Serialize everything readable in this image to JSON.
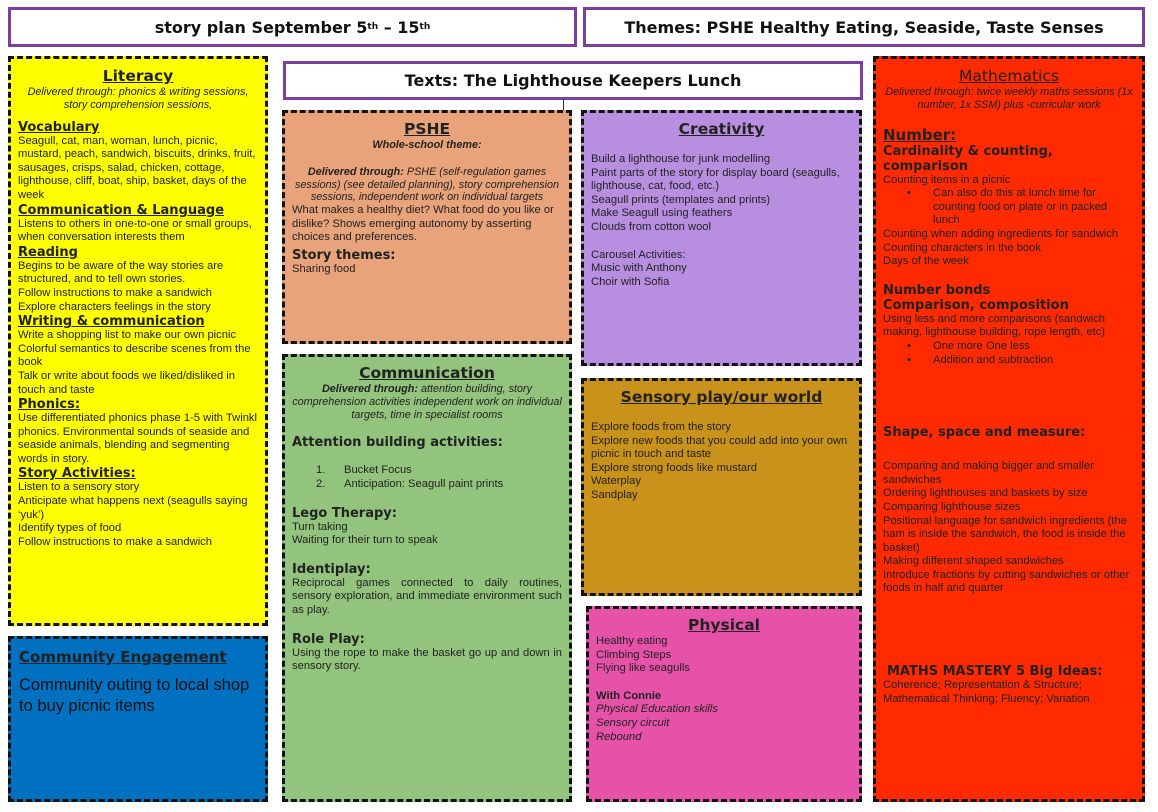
{
  "header": {
    "plan_title_main": "story plan September 5",
    "plan_title_sup1": "th",
    "plan_title_mid": " – 15",
    "plan_title_sup2": "th",
    "themes": "Themes: PSHE Healthy Eating, Seaside, Taste Senses",
    "texts": "Texts: The Lighthouse Keepers Lunch"
  },
  "literacy": {
    "title": "Literacy",
    "delivered": "Delivered through: phonics & writing sessions, story comprehension sessions,",
    "vocab_h": "Vocabulary",
    "vocab": "Seagull, cat, man, woman, lunch, picnic, mustard, peach, sandwich, biscuits, drinks, fruit, sausages, crisps, salad, chicken, cottage, lighthouse, cliff, boat, ship, basket, days of the week",
    "comm_h": "Communication & Language",
    "comm": "Listens to others in one-to-one or small groups, when conversation interests them",
    "reading_h": "Reading",
    "reading": [
      "Begins to be aware of the way stories are structured, and to tell own stories.",
      "Follow instructions to make a sandwich",
      "Explore characters feelings in the story"
    ],
    "writing_h": "Writing & communication",
    "writing": [
      "Write a shopping list to make our own picnic",
      "Colorful semantics to describe scenes from the book",
      "Talk or write about foods we liked/disliked in touch and taste"
    ],
    "phonics_h": "Phonics:",
    "phonics": "Use differentiated phonics phase 1-5 with Twinkl phonics. Environmental sounds of seaside and seaside animals, blending and segmenting words in story.",
    "story_h": "Story Activities:",
    "story": [
      "Listen to a sensory story",
      "Anticipate what happens next (seagulls saying ‘yuk’)",
      "Identify types of food",
      "Follow instructions to make a sandwich"
    ]
  },
  "community": {
    "title": "Community Engagement",
    "body": "Community outing to local shop to buy picnic items"
  },
  "pshe": {
    "title": "PSHE",
    "sub": "Whole-school theme:",
    "delivered_label": "Delivered through:",
    "delivered": " PSHE (self-regulation games sessions) (see detailed planning), story comprehension sessions, independent work on individual targets",
    "body": "What makes a healthy diet? What food do you like or dislike? Shows emerging autonomy by asserting choices and preferences.",
    "story_h": "Story themes:",
    "story": "Sharing food"
  },
  "communication": {
    "title": "Communication",
    "delivered_label": "Delivered through:",
    "delivered": " attention building, story comprehension activities independent work on individual targets, time in specialist rooms",
    "attention_h": "Attention building activities:",
    "attention": [
      "Bucket Focus",
      "Anticipation: Seagull paint prints"
    ],
    "lego_h": "Lego Therapy:",
    "lego": [
      "Turn taking",
      "Waiting for their turn to speak"
    ],
    "identi_h": "Identiplay:",
    "identi": "Reciprocal games connected to daily routines, sensory exploration, and immediate environment such as play.",
    "role_h": "Role Play:",
    "role": "Using the rope to make the basket go up and down in sensory story."
  },
  "creativity": {
    "title": "Creativity",
    "items": [
      "Build a lighthouse for junk modelling",
      "Paint parts of the story for display board (seagulls, lighthouse, cat, food, etc.)",
      "Seagull prints (templates and prints)",
      "Make Seagull using feathers",
      "Clouds from cotton wool"
    ],
    "carousel_h": "Carousel Activities:",
    "carousel": [
      "Music with Anthony",
      "Choir with Sofia"
    ]
  },
  "sensory": {
    "title": "Sensory play/our world",
    "items": [
      "Explore foods from the story",
      "Explore new foods that you could add into your own picnic in touch and taste",
      "Explore strong foods like mustard",
      "Waterplay",
      "Sandplay"
    ]
  },
  "physical": {
    "title": "Physical",
    "items": [
      "Healthy eating",
      "Climbing Steps",
      "Flying like seagulls"
    ],
    "connie_h": "With Connie",
    "connie": [
      "Physical Education skills",
      "Sensory circuit",
      "Rebound"
    ]
  },
  "maths": {
    "title": "Mathematics",
    "delivered": "Delivered through: twice weekly maths sessions (1x number, 1x SSM) plus -curricular work",
    "number_h": "Number:",
    "card_h": "Cardinality & counting, comparison",
    "card1": "Counting items in a picnic",
    "card_bullet": "Can also do this at lunch time for counting food on plate or in packed lunch",
    "card2": [
      "Counting when adding ingredients for sandwich",
      "Counting characters in the book",
      "Days of the week"
    ],
    "bonds_h": "Number bonds",
    "comp_h": "Comparison, composition",
    "comp": "Using less and more comparisons (sandwich making, lighthouse building, rope length, etc)",
    "comp_bullets": [
      "One more One less",
      "Addition and subtraction"
    ],
    "shape_h": "Shape, space and measure:",
    "shape": [
      "Comparing and making bigger and smaller sandwiches",
      "Ordering lighthouses and baskets by size",
      "Comparing lighthouse sizes",
      "Positional language for sandwich ingredients (the ham is inside the sandwich, the food is inside the basket)",
      "Making different shaped sandwiches",
      "Introduce fractions by cutting sandwiches or other foods in half and quarter"
    ],
    "mastery_h": "MATHS MASTERY 5 Big Ideas:",
    "mastery": "Coherence; Representation & Structure; Mathematical Thinking; Fluency; Variation"
  },
  "colors": {
    "literacy": "#ffff00",
    "community": "#0070c0",
    "pshe": "#e8a37a",
    "communication": "#93c47d",
    "creativity": "#b88fe0",
    "sensory": "#c9921a",
    "physical": "#e652a8",
    "maths": "#ff2a00",
    "header_border": "#7b3fa0"
  }
}
